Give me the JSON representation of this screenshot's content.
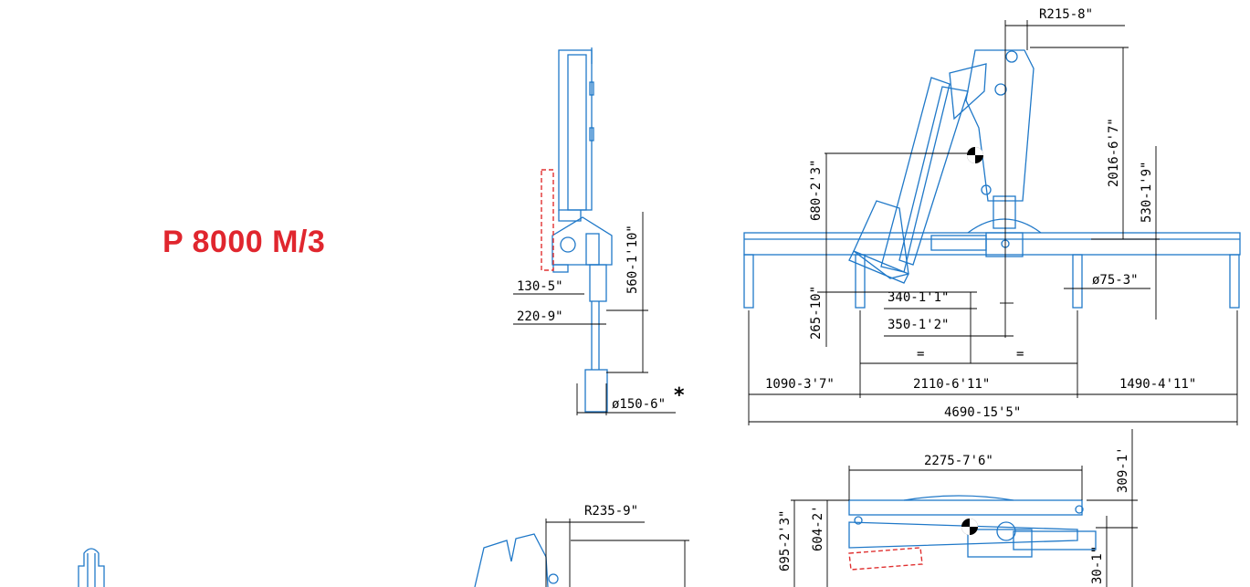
{
  "model_title": "P 8000 M/3",
  "colors": {
    "title": "#e0262e",
    "crane_outline": "#1f78c8",
    "dimension_lines": "#000000",
    "dashed_marker": "#e03030"
  },
  "side_view": {
    "dims": {
      "base_offset": "130-5\"",
      "base_width": "220-9\"",
      "column_height": "560-1'10\"",
      "stabilizer_diameter": "ø150-6\"",
      "note_mark": "*"
    }
  },
  "front_view": {
    "dims": {
      "slew_radius": "R215-8\"",
      "max_height": "2016-6'7\"",
      "cog_height": "680-2'3\"",
      "beam_height": "530-1'9\"",
      "base_height": "265-10\"",
      "offset_a": "340-1'1\"",
      "offset_b": "350-1'2\"",
      "equal_left": "=",
      "equal_right": "=",
      "leg_diameter": "ø75-3\"",
      "left_span": "1090-3'7\"",
      "center_span": "2110-6'11\"",
      "right_span": "1490-4'11\"",
      "total_width": "4690-15'5\""
    }
  },
  "folded_view": {
    "dims": {
      "folded_length": "2275-7'6\"",
      "folded_height": "695-2'3\"",
      "folded_inner_height": "604-2'",
      "top_clearance": "309-1'",
      "bottom_clearance": "30-1\""
    }
  },
  "small_view": {
    "dims": {
      "slew_radius": "R235-9\""
    }
  }
}
